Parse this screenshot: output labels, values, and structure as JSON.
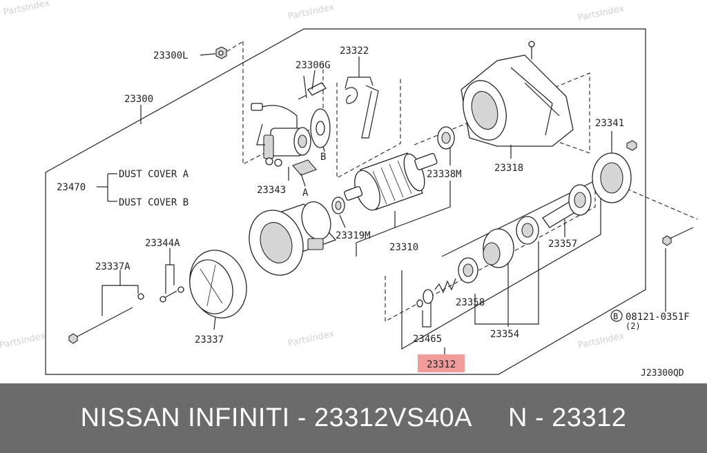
{
  "watermark": "PartsIndex",
  "diagram_code": "J23300QD",
  "labels": {
    "p23300L": "23300L",
    "p23300": "23300",
    "p23306G": "23306G",
    "p23322": "23322",
    "p23343": "23343",
    "markB": "B",
    "markA": "A",
    "p23470": "23470",
    "dust_cover_a": "DUST COVER  A",
    "dust_cover_b": "DUST COVER  B",
    "p23344A": "23344A",
    "p23337A": "23337A",
    "p23337": "23337",
    "p23319M": "23319M",
    "p23310": "23310",
    "p23338M": "23338M",
    "p23318": "23318",
    "p23341": "23341",
    "p23357": "23357",
    "p23358": "23358",
    "p23354": "23354",
    "p23465": "23465",
    "p23312": "23312",
    "bolt_circle": "B",
    "bolt_code": "08121-0351F",
    "bolt_qty": "(2)"
  },
  "highlight_color": "#f08a8a",
  "footer": {
    "brand_part": "NISSAN INFINITI - 23312VS40A",
    "ref": "N - 23312"
  }
}
